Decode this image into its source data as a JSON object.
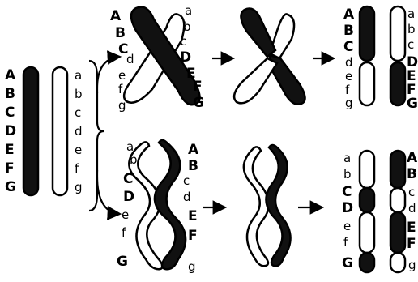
{
  "letters": {
    "upper": [
      "A",
      "B",
      "C",
      "D",
      "E",
      "F",
      "G"
    ],
    "lower": [
      "a",
      "b",
      "c",
      "d",
      "e",
      "f",
      "g"
    ]
  },
  "colors": {
    "dark": "#111111",
    "light": "#ffffff",
    "outline": "#000000"
  }
}
